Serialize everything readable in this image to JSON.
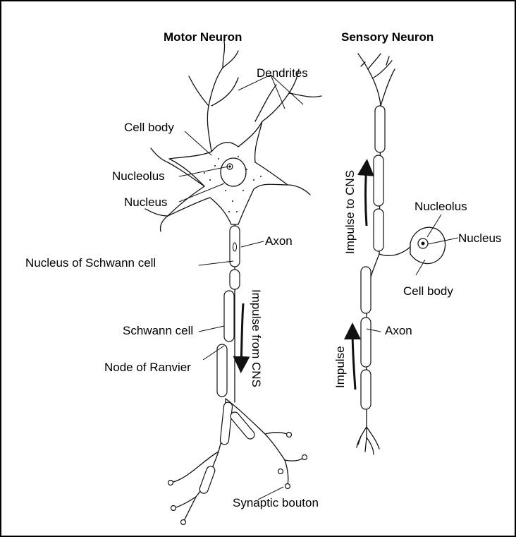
{
  "titles": {
    "motor": "Motor Neuron",
    "sensory": "Sensory Neuron"
  },
  "motor_labels": {
    "dendrites": "Dendrites",
    "cell_body": "Cell body",
    "nucleolus": "Nucleolus",
    "nucleus": "Nucleus",
    "axon": "Axon",
    "nucleus_of_schwann_cell": "Nucleus of Schwann cell",
    "schwann_cell": "Schwann cell",
    "node_of_ranvier": "Node of Ranvier",
    "impulse_from_cns": "Impulse from CNS",
    "synaptic_bouton": "Synaptic bouton"
  },
  "sensory_labels": {
    "impulse_to_cns": "Impulse to CNS",
    "nucleolus": "Nucleolus",
    "nucleus": "Nucleus",
    "cell_body": "Cell body",
    "axon": "Axon",
    "impulse": "Impulse"
  },
  "colors": {
    "line": "#111111",
    "background": "#ffffff"
  }
}
